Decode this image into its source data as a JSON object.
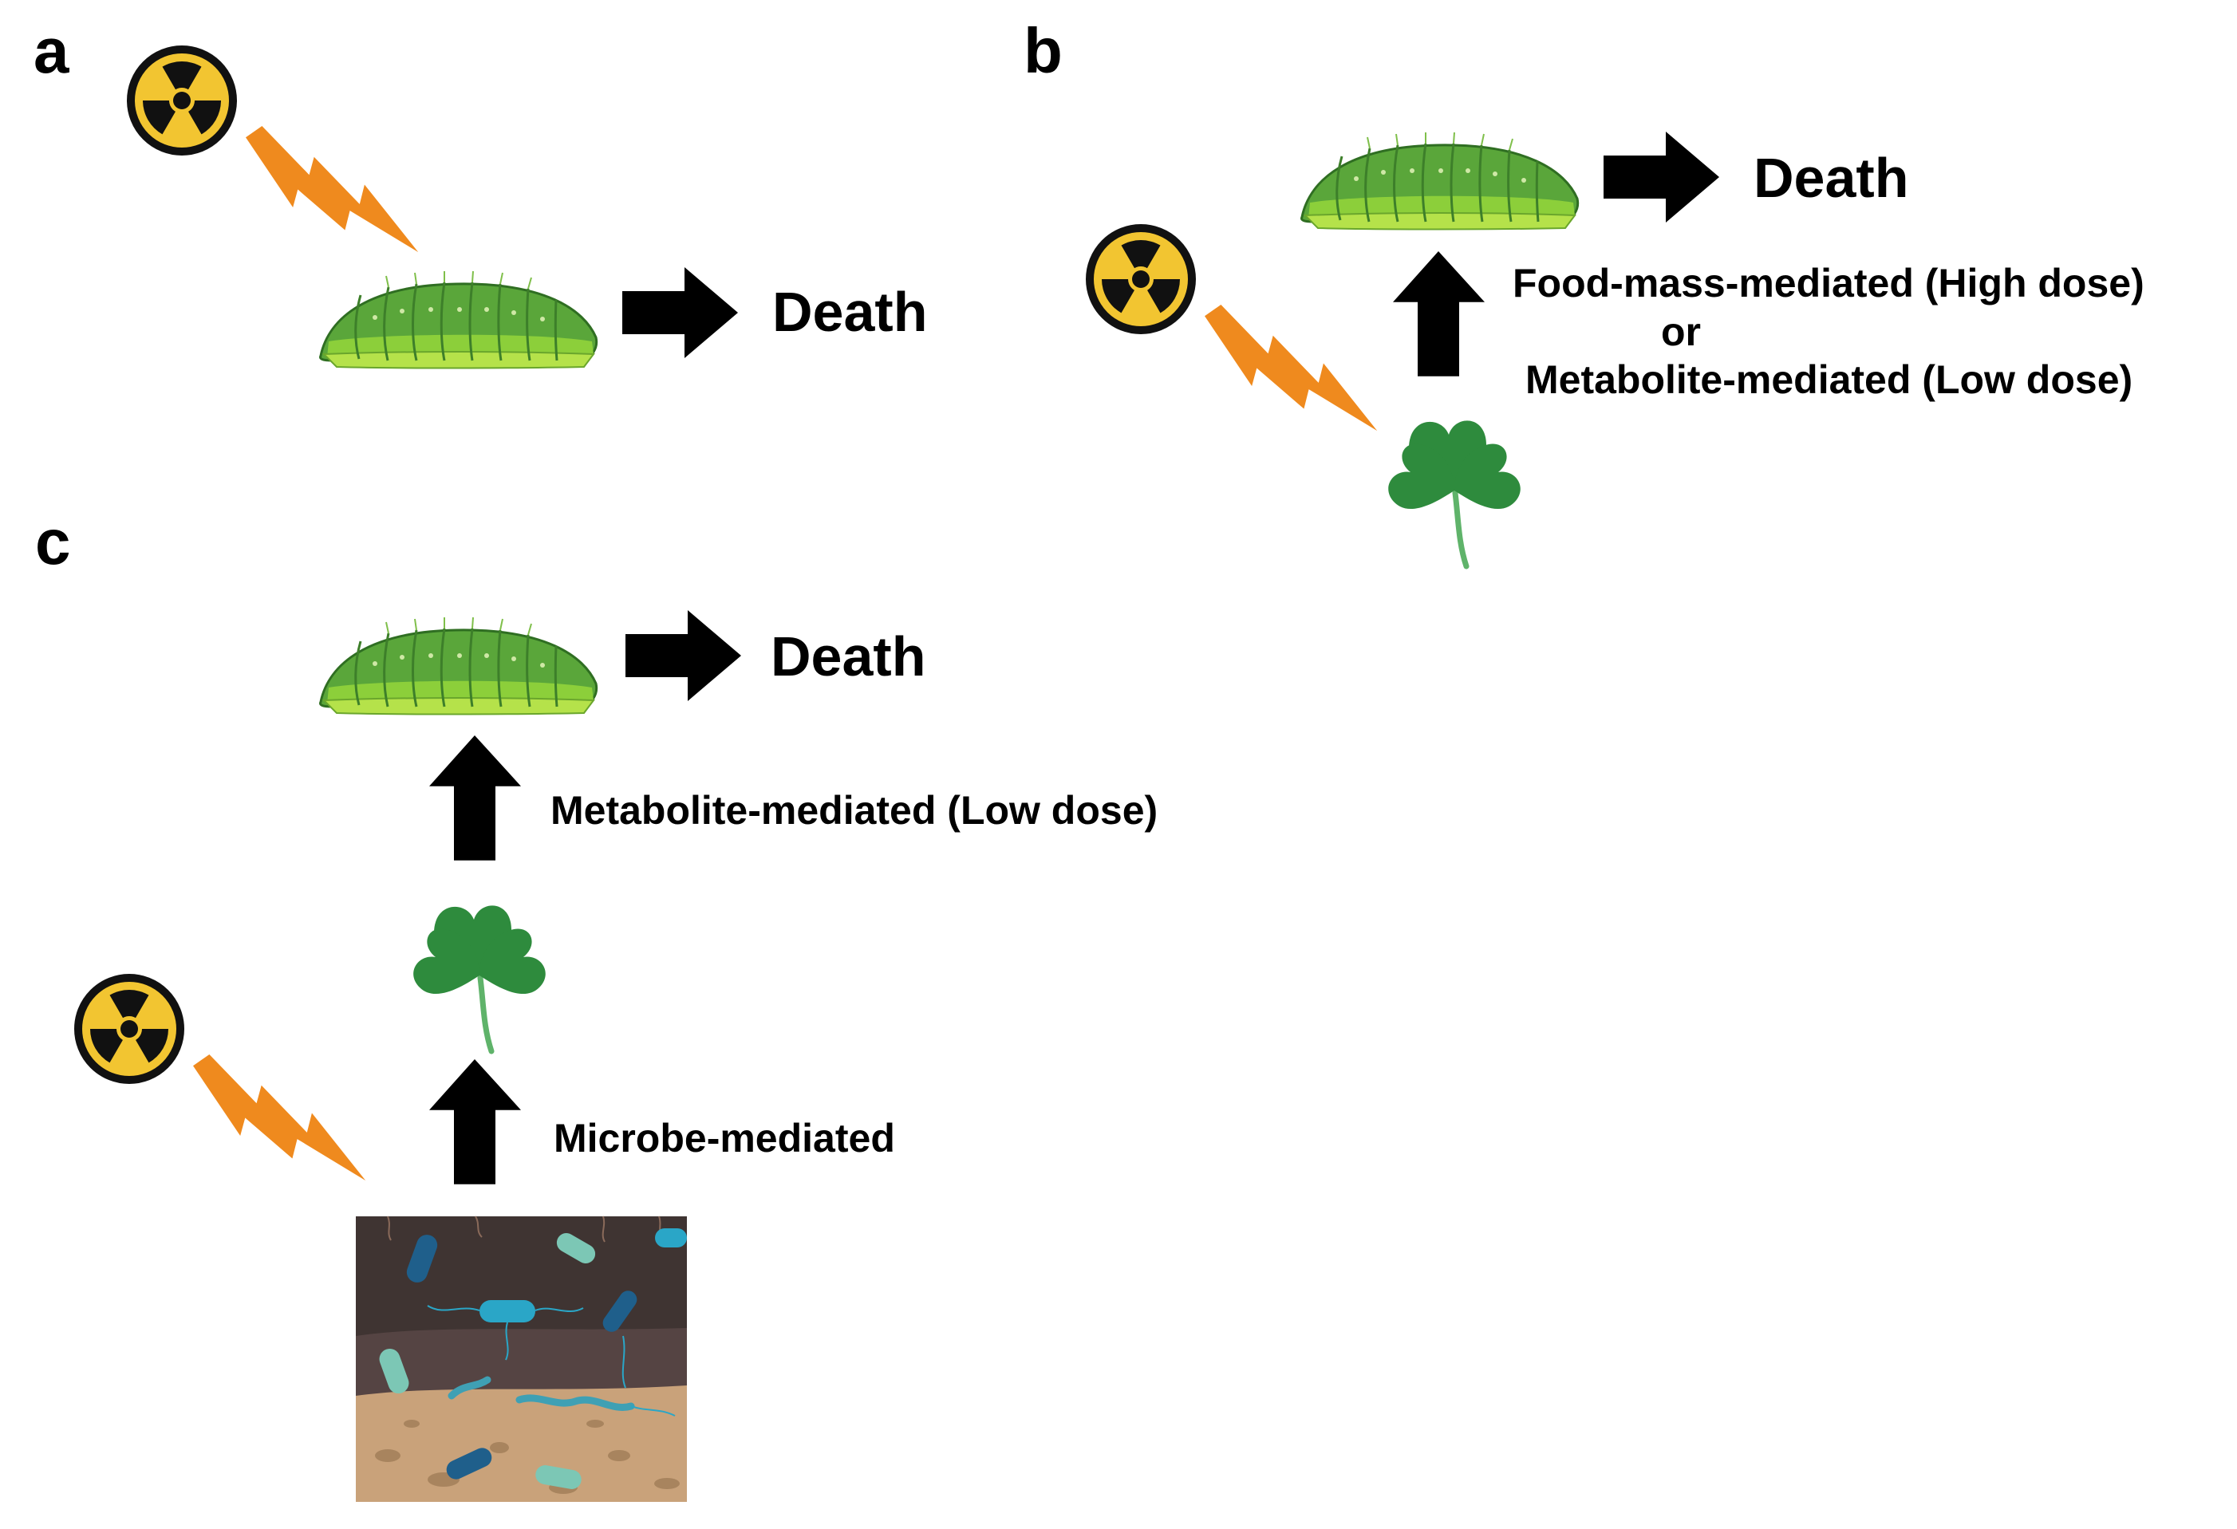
{
  "panels": {
    "a": {
      "letter": "a",
      "outcome": "Death"
    },
    "b": {
      "letter": "b",
      "outcome": "Death",
      "pathway_line1": "Food-mass-mediated (High dose)",
      "pathway_or": "or",
      "pathway_line2": "Metabolite-mediated (Low dose)"
    },
    "c": {
      "letter": "c",
      "outcome": "Death",
      "plant_pathway": "Metabolite-mediated (Low dose)",
      "soil_pathway": "Microbe-mediated"
    }
  },
  "icons": [
    "radiation-icon",
    "lightning-bolt-icon",
    "caterpillar-icon",
    "arrow-right-icon",
    "arrow-up-icon",
    "clover-icon",
    "soil-microbes-icon"
  ],
  "colors": {
    "radiation_yellow": "#f2c531",
    "bolt_orange": "#ef8a1e",
    "caterpillar_green": "#5aa63a",
    "caterpillar_light": "#b5e24a",
    "clover_green": "#2e8b3d",
    "soil_dark": "#3f3432",
    "soil_tan": "#c9a27a"
  }
}
